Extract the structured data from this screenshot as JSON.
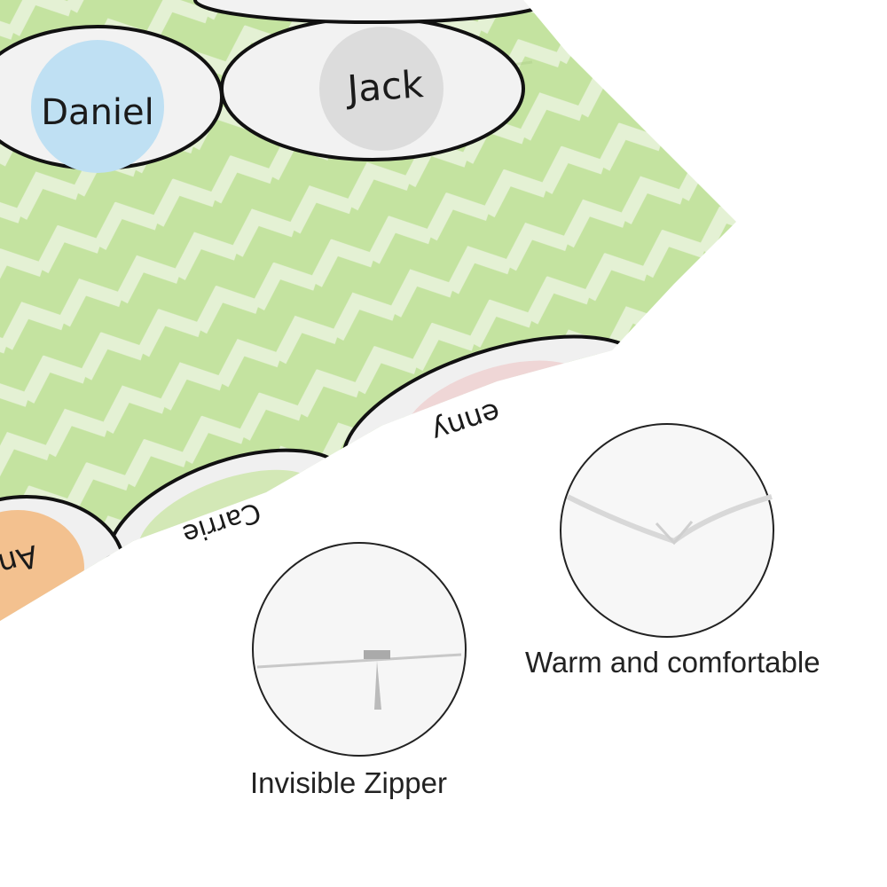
{
  "pillow": {
    "colors": {
      "fabric": "#c4e3a0",
      "zigzag": "#e4f1d4",
      "blue": "#bfe0f3",
      "gray": "#dcdcdc",
      "pink": "#efd6d6",
      "green": "#d3e8b6",
      "orange": "#f3c18f"
    },
    "names": [
      "Daniel",
      "Jack",
      "enny",
      "Carrie",
      "An"
    ]
  },
  "details": [
    {
      "caption": "Warm and comfortable"
    },
    {
      "caption": "Invisible Zipper"
    }
  ]
}
